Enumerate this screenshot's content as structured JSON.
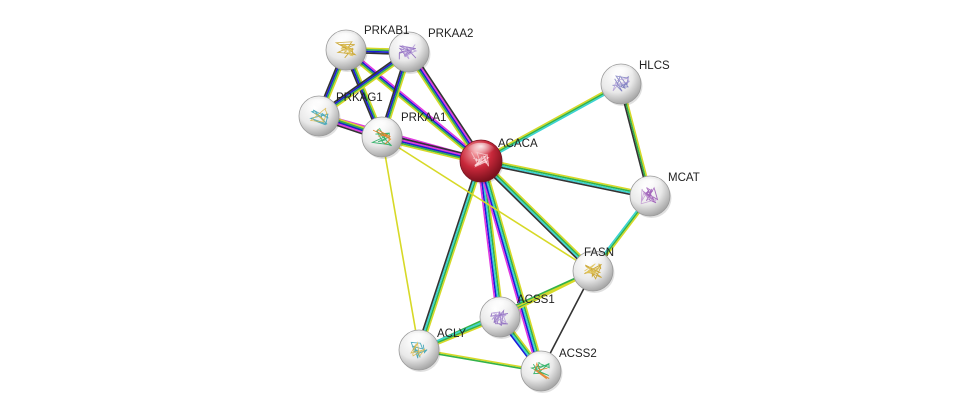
{
  "colors": {
    "query_node": "#c8102e",
    "node": "#e6e6e6",
    "edge_colors": [
      "#d7d927",
      "#33b24a",
      "#1b1bd9",
      "#e039e0",
      "#3ad3d3",
      "#333333"
    ]
  },
  "nodes": [
    {
      "id": "ACACA",
      "label": "ACACA",
      "query": true,
      "icon": "protein-structure-icon"
    },
    {
      "id": "PRKAB1",
      "label": "PRKAB1",
      "icon": "protein-structure-icon"
    },
    {
      "id": "PRKAA2",
      "label": "PRKAA2",
      "icon": "protein-structure-icon"
    },
    {
      "id": "PRKAG1",
      "label": "PRKAG1",
      "icon": "protein-structure-icon"
    },
    {
      "id": "PRKAA1",
      "label": "PRKAA1",
      "icon": "protein-structure-icon"
    },
    {
      "id": "HLCS",
      "label": "HLCS",
      "icon": "protein-structure-icon"
    },
    {
      "id": "MCAT",
      "label": "MCAT",
      "icon": "protein-structure-icon"
    },
    {
      "id": "FASN",
      "label": "FASN",
      "icon": "protein-structure-icon"
    },
    {
      "id": "ACSS1",
      "label": "ACSS1",
      "icon": "protein-structure-icon"
    },
    {
      "id": "ACLY",
      "label": "ACLY",
      "icon": "protein-structure-icon"
    },
    {
      "id": "ACSS2",
      "label": "ACSS2",
      "icon": "protein-structure-icon"
    }
  ],
  "edges": [
    {
      "from": "ACACA",
      "to": "PRKAB1",
      "colors": [
        "#d7d927",
        "#33b24a",
        "#1b1bd9",
        "#e039e0"
      ]
    },
    {
      "from": "ACACA",
      "to": "PRKAA2",
      "colors": [
        "#d7d927",
        "#33b24a",
        "#1b1bd9",
        "#e039e0",
        "#333333"
      ]
    },
    {
      "from": "ACACA",
      "to": "PRKAG1",
      "colors": [
        "#d7d927",
        "#33b24a",
        "#1b1bd9",
        "#e039e0"
      ]
    },
    {
      "from": "ACACA",
      "to": "PRKAA1",
      "colors": [
        "#d7d927",
        "#33b24a",
        "#1b1bd9",
        "#e039e0",
        "#333333"
      ]
    },
    {
      "from": "ACACA",
      "to": "HLCS",
      "colors": [
        "#d7d927",
        "#33b24a",
        "#3ad3d3"
      ]
    },
    {
      "from": "ACACA",
      "to": "MCAT",
      "colors": [
        "#d7d927",
        "#33b24a",
        "#3ad3d3",
        "#333333"
      ]
    },
    {
      "from": "ACACA",
      "to": "FASN",
      "colors": [
        "#d7d927",
        "#33b24a",
        "#3ad3d3",
        "#333333"
      ]
    },
    {
      "from": "ACACA",
      "to": "ACSS1",
      "colors": [
        "#d7d927",
        "#33b24a",
        "#3ad3d3",
        "#1b1bd9",
        "#e039e0"
      ]
    },
    {
      "from": "ACACA",
      "to": "ACLY",
      "colors": [
        "#d7d927",
        "#33b24a",
        "#3ad3d3",
        "#333333"
      ]
    },
    {
      "from": "ACACA",
      "to": "ACSS2",
      "colors": [
        "#d7d927",
        "#33b24a",
        "#3ad3d3",
        "#1b1bd9",
        "#e039e0"
      ]
    },
    {
      "from": "PRKAB1",
      "to": "PRKAA2",
      "colors": [
        "#d7d927",
        "#33b24a",
        "#1b1bd9",
        "#333333"
      ]
    },
    {
      "from": "PRKAB1",
      "to": "PRKAG1",
      "colors": [
        "#d7d927",
        "#33b24a",
        "#1b1bd9",
        "#333333"
      ]
    },
    {
      "from": "PRKAB1",
      "to": "PRKAA1",
      "colors": [
        "#d7d927",
        "#33b24a",
        "#1b1bd9",
        "#333333"
      ]
    },
    {
      "from": "PRKAA2",
      "to": "PRKAG1",
      "colors": [
        "#d7d927",
        "#33b24a",
        "#1b1bd9",
        "#333333"
      ]
    },
    {
      "from": "PRKAA2",
      "to": "PRKAA1",
      "colors": [
        "#d7d927",
        "#33b24a",
        "#1b1bd9",
        "#333333"
      ]
    },
    {
      "from": "PRKAG1",
      "to": "PRKAA1",
      "colors": [
        "#d7d927",
        "#33b24a",
        "#1b1bd9",
        "#e039e0",
        "#333333"
      ]
    },
    {
      "from": "PRKAA1",
      "to": "ACLY",
      "colors": [
        "#d7d927"
      ]
    },
    {
      "from": "PRKAA1",
      "to": "FASN",
      "colors": [
        "#d7d927"
      ]
    },
    {
      "from": "HLCS",
      "to": "MCAT",
      "colors": [
        "#d7d927",
        "#33b24a",
        "#333333"
      ]
    },
    {
      "from": "MCAT",
      "to": "FASN",
      "colors": [
        "#d7d927",
        "#33b24a",
        "#3ad3d3"
      ]
    },
    {
      "from": "FASN",
      "to": "ACSS1",
      "colors": [
        "#d7d927",
        "#33b24a"
      ]
    },
    {
      "from": "FASN",
      "to": "ACLY",
      "colors": [
        "#d7d927",
        "#33b24a"
      ]
    },
    {
      "from": "FASN",
      "to": "ACSS2",
      "colors": [
        "#333333"
      ]
    },
    {
      "from": "ACSS1",
      "to": "ACLY",
      "colors": [
        "#d7d927",
        "#33b24a",
        "#3ad3d3"
      ]
    },
    {
      "from": "ACSS1",
      "to": "ACSS2",
      "colors": [
        "#d7d927",
        "#33b24a",
        "#3ad3d3",
        "#1b1bd9"
      ]
    },
    {
      "from": "ACLY",
      "to": "ACSS2",
      "colors": [
        "#d7d927",
        "#33b24a"
      ]
    }
  ]
}
